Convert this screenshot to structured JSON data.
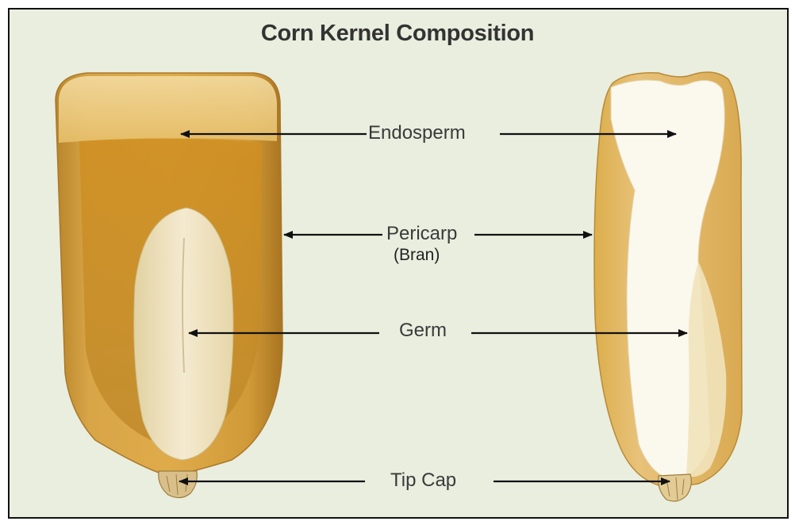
{
  "title": "Corn Kernel Composition",
  "labels": {
    "endosperm": "Endosperm",
    "pericarp": "Pericarp",
    "pericarp_sub": "(Bran)",
    "germ": "Germ",
    "tip_cap": "Tip Cap"
  },
  "colors": {
    "background": "#e9eedf",
    "border": "#111111",
    "arrow": "#111111",
    "kernel_gold": "#d7a53c",
    "endosperm_dark": "#c98f24",
    "germ_cream": "#f1e6c4",
    "white_starch": "#fbf8ee"
  }
}
